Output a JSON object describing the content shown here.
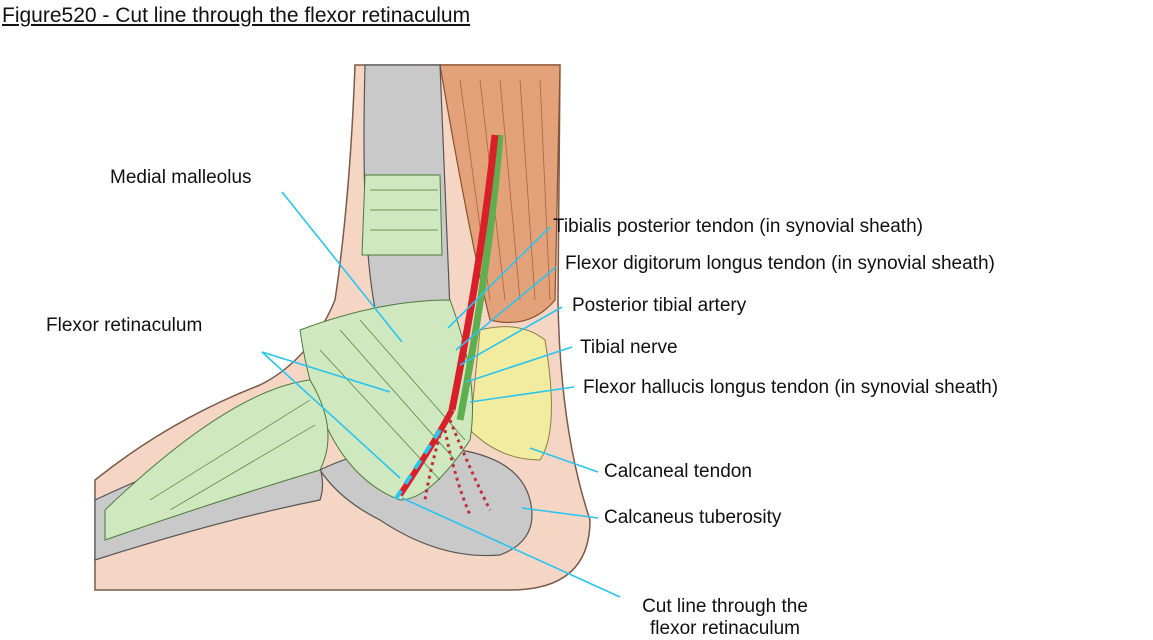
{
  "figure": {
    "title": "Figure520 - Cut line through the flexor retinaculum"
  },
  "labels": {
    "medial_malleolus": "Medial malleolus",
    "flexor_retinaculum": "Flexor retinaculum",
    "tibialis_posterior": "Tibialis posterior tendon (in synovial sheath)",
    "flexor_digitorum_longus": "Flexor digitorum longus tendon (in synovial sheath)",
    "posterior_tibial_artery": "Posterior tibial artery",
    "tibial_nerve": "Tibial nerve",
    "flexor_hallucis_longus": "Flexor hallucis longus tendon (in synovial sheath)",
    "calcaneal_tendon": "Calcaneal tendon",
    "calcaneus_tuberosity": "Calcaneus tuberosity",
    "cut_line_1": "Cut line through the",
    "cut_line_2": "flexor retinaculum"
  },
  "colors": {
    "leader": "#29c4f0",
    "skin": "#f5d6c4",
    "bone": "#c9c9c9",
    "retinaculum": "#cfe8bf",
    "muscle": "#e3a27a",
    "artery": "#d9202a",
    "tendon_green": "#5fae4f",
    "fat": "#f2eca0"
  }
}
